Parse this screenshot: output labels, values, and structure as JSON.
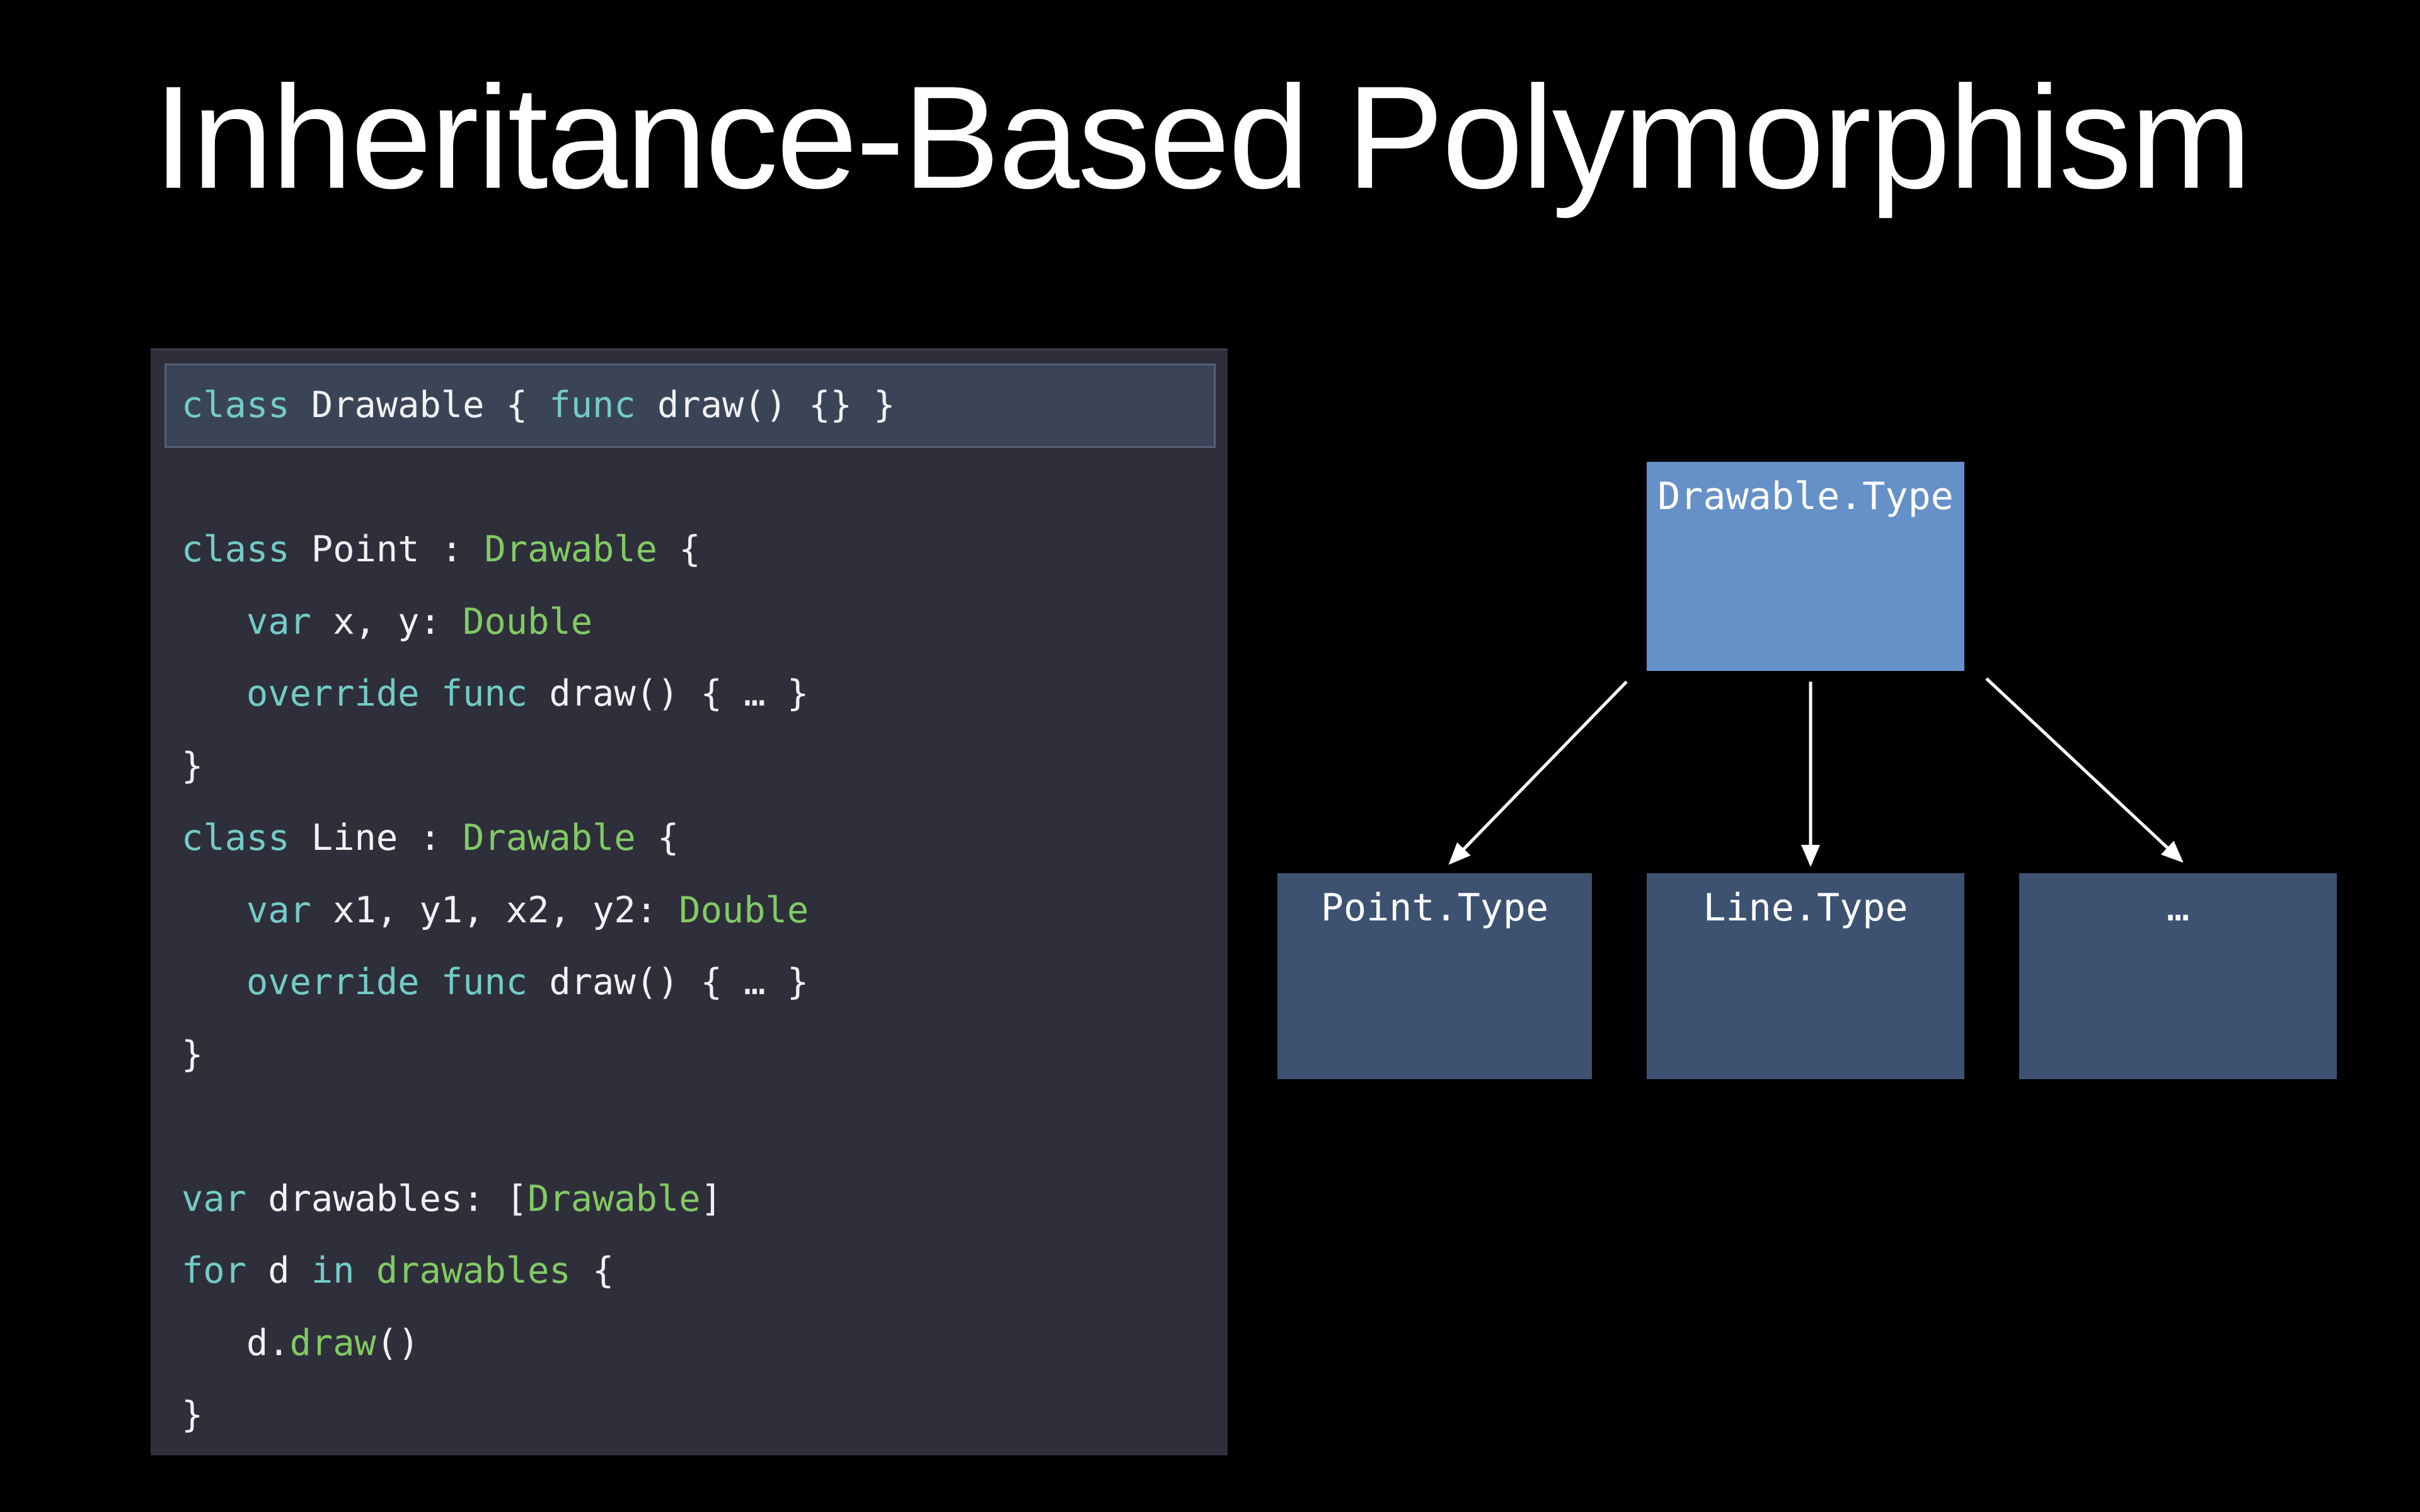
{
  "slide": {
    "title": "Inheritance-Based Polymorphism",
    "background": "#000000",
    "title_color": "#ffffff"
  },
  "code_panel": {
    "background": "#2e2f3b",
    "highlight_background": "#3b4457",
    "highlight_border": "#556078",
    "colors": {
      "keyword": "#73cbc7",
      "type": "#82ca64",
      "plain": "#f2f2f4"
    },
    "lines": [
      [
        {
          "t": "class",
          "c": "keyword"
        },
        {
          "t": " Drawable { ",
          "c": "plain"
        },
        {
          "t": "func",
          "c": "keyword"
        },
        {
          "t": " draw() {} }",
          "c": "plain"
        }
      ],
      [],
      [
        {
          "t": "class",
          "c": "keyword"
        },
        {
          "t": " Point : ",
          "c": "plain"
        },
        {
          "t": "Drawable",
          "c": "type"
        },
        {
          "t": " {",
          "c": "plain"
        }
      ],
      [
        {
          "t": "   ",
          "c": "plain"
        },
        {
          "t": "var",
          "c": "keyword"
        },
        {
          "t": " x, y: ",
          "c": "plain"
        },
        {
          "t": "Double",
          "c": "type"
        }
      ],
      [
        {
          "t": "   ",
          "c": "plain"
        },
        {
          "t": "override",
          "c": "keyword"
        },
        {
          "t": " ",
          "c": "plain"
        },
        {
          "t": "func",
          "c": "keyword"
        },
        {
          "t": " draw() { … }",
          "c": "plain"
        }
      ],
      [
        {
          "t": "}",
          "c": "plain"
        }
      ],
      [
        {
          "t": "class",
          "c": "keyword"
        },
        {
          "t": " Line : ",
          "c": "plain"
        },
        {
          "t": "Drawable",
          "c": "type"
        },
        {
          "t": " {",
          "c": "plain"
        }
      ],
      [
        {
          "t": "   ",
          "c": "plain"
        },
        {
          "t": "var",
          "c": "keyword"
        },
        {
          "t": " x1, y1, x2, y2: ",
          "c": "plain"
        },
        {
          "t": "Double",
          "c": "type"
        }
      ],
      [
        {
          "t": "   ",
          "c": "plain"
        },
        {
          "t": "override",
          "c": "keyword"
        },
        {
          "t": " ",
          "c": "plain"
        },
        {
          "t": "func",
          "c": "keyword"
        },
        {
          "t": " draw() { … }",
          "c": "plain"
        }
      ],
      [
        {
          "t": "}",
          "c": "plain"
        }
      ],
      [],
      [
        {
          "t": "var",
          "c": "keyword"
        },
        {
          "t": " drawables: [",
          "c": "plain"
        },
        {
          "t": "Drawable",
          "c": "type"
        },
        {
          "t": "]",
          "c": "plain"
        }
      ],
      [
        {
          "t": "for",
          "c": "keyword"
        },
        {
          "t": " d ",
          "c": "plain"
        },
        {
          "t": "in",
          "c": "keyword"
        },
        {
          "t": " ",
          "c": "plain"
        },
        {
          "t": "drawables",
          "c": "type"
        },
        {
          "t": " {",
          "c": "plain"
        }
      ],
      [
        {
          "t": "   d.",
          "c": "plain"
        },
        {
          "t": "draw",
          "c": "type"
        },
        {
          "t": "()",
          "c": "plain"
        }
      ],
      [
        {
          "t": "}",
          "c": "plain"
        }
      ]
    ]
  },
  "diagram": {
    "arrow_color": "#ffffff",
    "boxes": [
      {
        "label": "Drawable.Type",
        "fill": "#6590c8",
        "text_color": "#ffffff"
      },
      {
        "label": "Point.Type",
        "fill": "#3d5271",
        "text_color": "#ffffff"
      },
      {
        "label": "Line.Type",
        "fill": "#3d5271",
        "text_color": "#ffffff"
      },
      {
        "label": "…",
        "fill": "#3d5271",
        "text_color": "#ffffff"
      }
    ],
    "edges": [
      {
        "from": "Drawable.Type",
        "to": "Point.Type"
      },
      {
        "from": "Drawable.Type",
        "to": "Line.Type"
      },
      {
        "from": "Drawable.Type",
        "to": "…"
      }
    ]
  }
}
